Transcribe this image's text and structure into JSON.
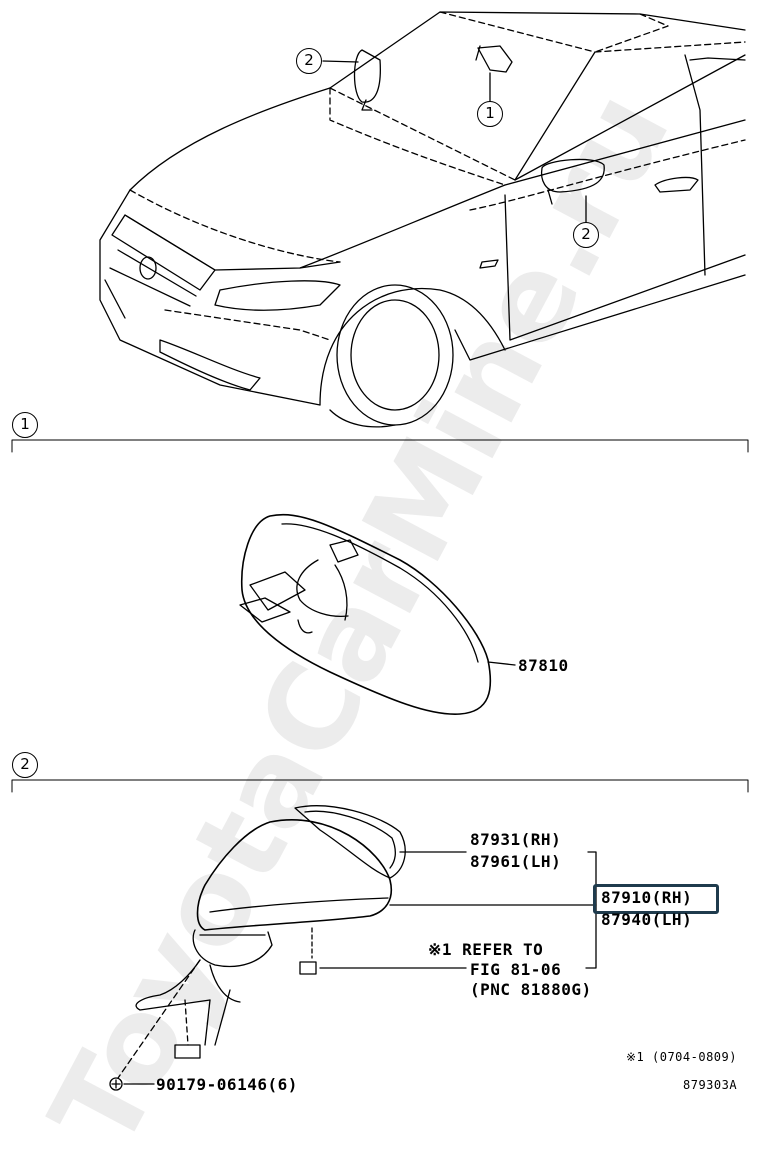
{
  "watermark": "ToyotaCarMine.ru",
  "callouts": {
    "one": "1",
    "two": "2"
  },
  "section1": {
    "number": "1"
  },
  "section2": {
    "number": "2"
  },
  "parts": {
    "inner_mirror": "87810",
    "cover_rh": "87931(RH)",
    "cover_lh": "87961(LH)",
    "mirror_rh": "87910(RH)",
    "mirror_lh": "87940(LH)",
    "refer_line1": "※1 REFER TO",
    "refer_line2": "FIG 81-06",
    "refer_line3": "(PNC 81880G)",
    "screw": "90179-06146(6)"
  },
  "footnote": "※1 (0704-0809)",
  "diagram_id": "879303A"
}
